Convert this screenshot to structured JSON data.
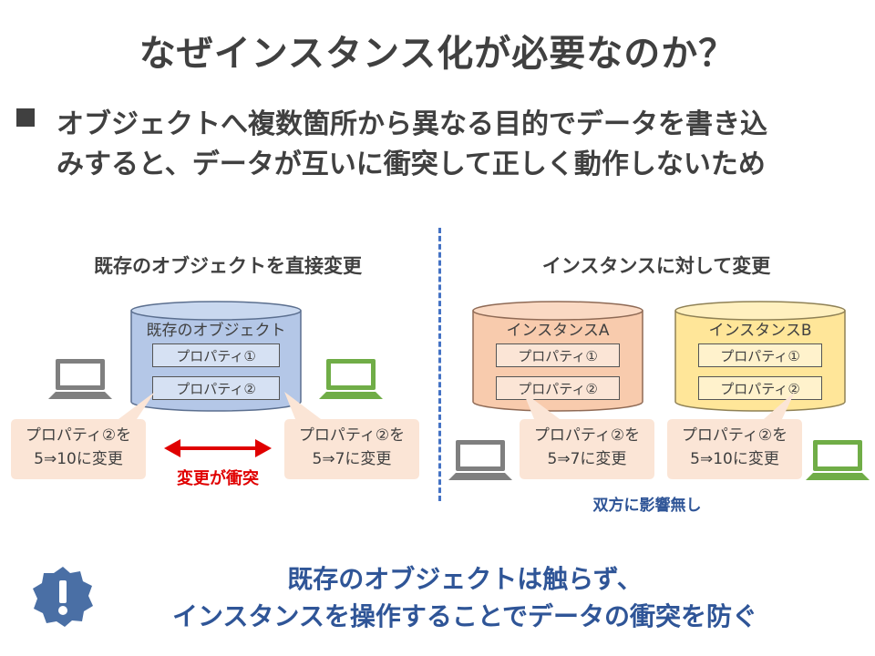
{
  "title": "なぜインスタンス化が必要なのか？",
  "bullet": {
    "line1": "オブジェクトへ複数箇所から異なる目的でデータを書き込",
    "line2": "みすると、データが互いに衝突して正しく動作しないため"
  },
  "left": {
    "heading": "既存のオブジェクトを直接変更",
    "db_label": "既存のオブジェクト",
    "prop1": "プロパティ①",
    "prop2": "プロパティ②",
    "callout_left": {
      "line1": "プロパティ②を",
      "line2": "5⇒10に変更"
    },
    "callout_right": {
      "line1": "プロパティ②を",
      "line2": "5⇒7に変更"
    },
    "conflict": "変更が衝突"
  },
  "right": {
    "heading": "インスタンスに対して変更",
    "instance_a": {
      "label": "インスタンスA",
      "prop1": "プロパティ①",
      "prop2": "プロパティ②"
    },
    "instance_b": {
      "label": "インスタンスB",
      "prop1": "プロパティ①",
      "prop2": "プロパティ②"
    },
    "callout_a": {
      "line1": "プロパティ②を",
      "line2": "5⇒7に変更"
    },
    "callout_b": {
      "line1": "プロパティ②を",
      "line2": "5⇒10に変更"
    },
    "no_effect": "双方に影響無し"
  },
  "conclusion": {
    "line1": "既存のオブジェクトは触らず、",
    "line2": "インスタンスを操作することでデータの衝突を防ぐ"
  },
  "colors": {
    "object_fill": "#b4c7e7",
    "instance_a_fill": "#f8cbad",
    "instance_b_fill": "#ffe699",
    "callout_fill": "#fbe5d6",
    "laptop_gray": "#7f7f7f",
    "laptop_green": "#70ad47",
    "conflict_red": "#e00000",
    "accent_blue": "#2f5597",
    "badge_blue": "#4a6fa5"
  },
  "icons": {
    "bullet": "square-bullet-icon",
    "laptop": "laptop-icon",
    "alert": "exclamation-badge-icon"
  }
}
